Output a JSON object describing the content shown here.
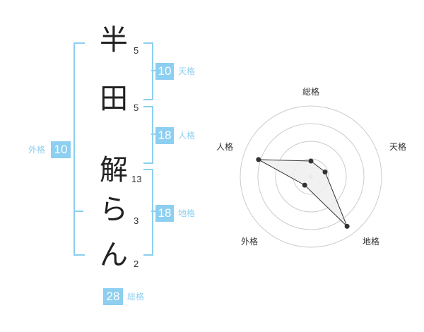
{
  "name": {
    "characters": [
      {
        "char": "半",
        "strokes": "5"
      },
      {
        "char": "田",
        "strokes": "5"
      },
      {
        "char": "解",
        "strokes": "13"
      },
      {
        "char": "ら",
        "strokes": "3"
      },
      {
        "char": "ん",
        "strokes": "2"
      }
    ]
  },
  "fortunes": {
    "tenkaku": {
      "label": "天格",
      "value": "10"
    },
    "jinkaku": {
      "label": "人格",
      "value": "18"
    },
    "chikaku": {
      "label": "地格",
      "value": "18"
    },
    "gaikaku": {
      "label": "外格",
      "value": "10"
    },
    "soukaku": {
      "label": "総格",
      "value": "28"
    }
  },
  "chart_data": {
    "type": "radar",
    "axes": [
      "総格",
      "天格",
      "地格",
      "外格",
      "人格"
    ],
    "values": [
      0.22,
      0.21,
      0.87,
      0.15,
      0.78
    ],
    "range": [
      0,
      1
    ],
    "rings": 4,
    "colors": {
      "fill": "#efefef",
      "line": "#333333",
      "ring": "#cccccc",
      "point": "#333333"
    }
  }
}
